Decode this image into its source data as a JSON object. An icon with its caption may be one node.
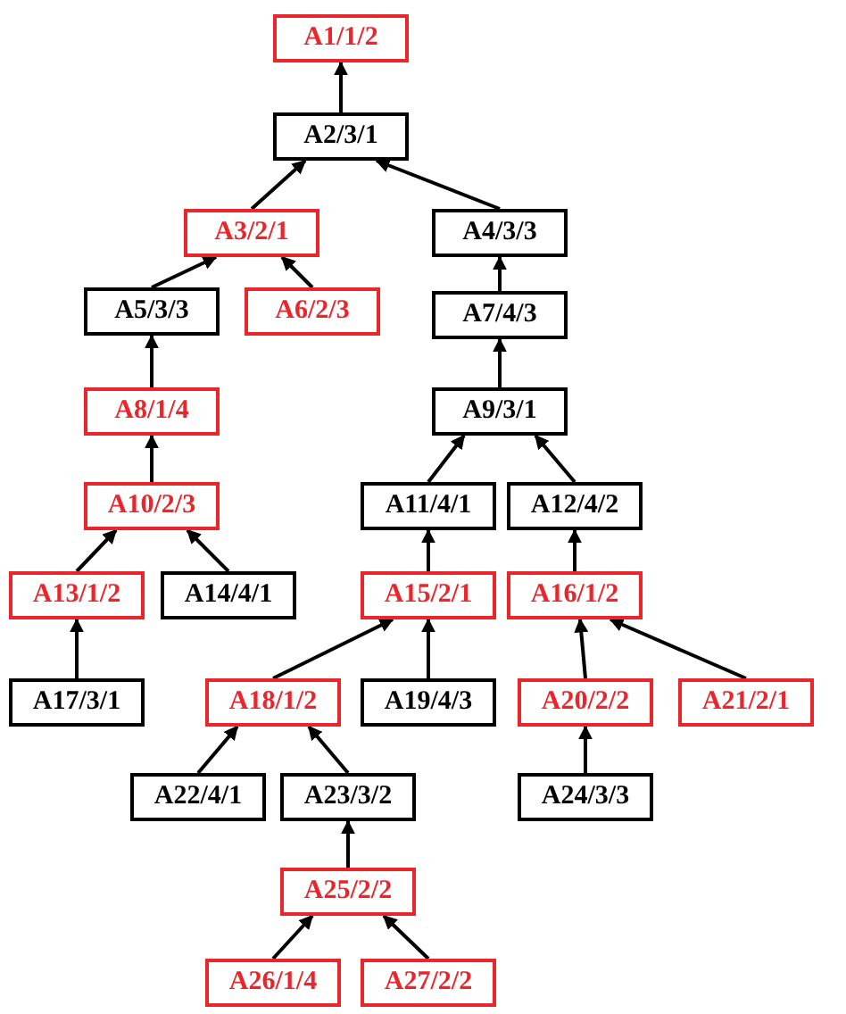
{
  "diagram": {
    "nodes": [
      {
        "text": [
          "A1/1/2"
        ]
      },
      {
        "text": [
          "A2/3/1"
        ]
      },
      {
        "text": [
          "A3/2/1"
        ]
      },
      {
        "text": [
          "A4/3/3"
        ]
      },
      {
        "text": [
          "A5/3/3"
        ]
      },
      {
        "text": [
          "A6/2/3"
        ]
      },
      {
        "text": [
          "A7/4/3"
        ]
      },
      {
        "text": [
          "A8/1/4"
        ]
      },
      {
        "text": [
          "A9/3/1"
        ]
      },
      {
        "text": [
          "A10/2/3"
        ]
      },
      {
        "text": [
          "A11/4/1"
        ]
      },
      {
        "text": [
          "A12/4/2"
        ]
      },
      {
        "text": [
          "A13/1/2"
        ]
      },
      {
        "text": [
          "A14/4/1"
        ]
      },
      {
        "text": [
          "A15/2/1"
        ]
      },
      {
        "text": [
          "A16/1/2"
        ]
      },
      {
        "text": [
          "A17/3/1"
        ]
      },
      {
        "text": [
          "A18/1/2"
        ]
      },
      {
        "text": [
          "A19/4/3"
        ]
      },
      {
        "text": [
          "A20/2/2"
        ]
      },
      {
        "text": [
          "A21/2/1"
        ]
      },
      {
        "text": [
          "A22/4/1"
        ]
      },
      {
        "text": [
          "A23/3/2"
        ]
      },
      {
        "text": [
          "A24/3/3"
        ]
      },
      {
        "text": [
          "A25/2/2"
        ]
      },
      {
        "text": [
          "A26/1/4"
        ]
      },
      {
        "text": [
          "A27/2/2"
        ]
      }
    ],
    "edges": [
      {
        "from": 1,
        "to": 0,
        "arrow": "to"
      },
      {
        "from": 2,
        "to": 1,
        "arrow": "to"
      },
      {
        "from": 3,
        "to": 1,
        "arrow": "to"
      },
      {
        "from": 4,
        "to": 2,
        "arrow": "to"
      },
      {
        "from": 5,
        "to": 2,
        "arrow": "to"
      },
      {
        "from": 6,
        "to": 3,
        "arrow": "to"
      },
      {
        "from": 7,
        "to": 4,
        "arrow": "to"
      },
      {
        "from": 8,
        "to": 6,
        "arrow": "to"
      },
      {
        "from": 9,
        "to": 7,
        "arrow": "to"
      },
      {
        "from": 10,
        "to": 8,
        "arrow": "to"
      },
      {
        "from": 11,
        "to": 8,
        "arrow": "to"
      },
      {
        "from": 12,
        "to": 9,
        "arrow": "to"
      },
      {
        "from": 13,
        "to": 9,
        "arrow": "to"
      },
      {
        "from": 14,
        "to": 10,
        "arrow": "to"
      },
      {
        "from": 15,
        "to": 11,
        "arrow": "to"
      },
      {
        "from": 16,
        "to": 12,
        "arrow": "to"
      },
      {
        "from": 17,
        "to": 14,
        "arrow": "to"
      },
      {
        "from": 18,
        "to": 14,
        "arrow": "to"
      },
      {
        "from": 19,
        "to": 15,
        "arrow": "to"
      },
      {
        "from": 20,
        "to": 15,
        "arrow": "to"
      },
      {
        "from": 21,
        "to": 17,
        "arrow": "to"
      },
      {
        "from": 22,
        "to": 17,
        "arrow": "to"
      },
      {
        "from": 23,
        "to": 19,
        "arrow": "to"
      },
      {
        "from": 24,
        "to": 22,
        "arrow": "to"
      },
      {
        "from": 25,
        "to": 24,
        "arrow": "to"
      },
      {
        "from": 26,
        "to": 24,
        "arrow": "to"
      }
    ]
  }
}
